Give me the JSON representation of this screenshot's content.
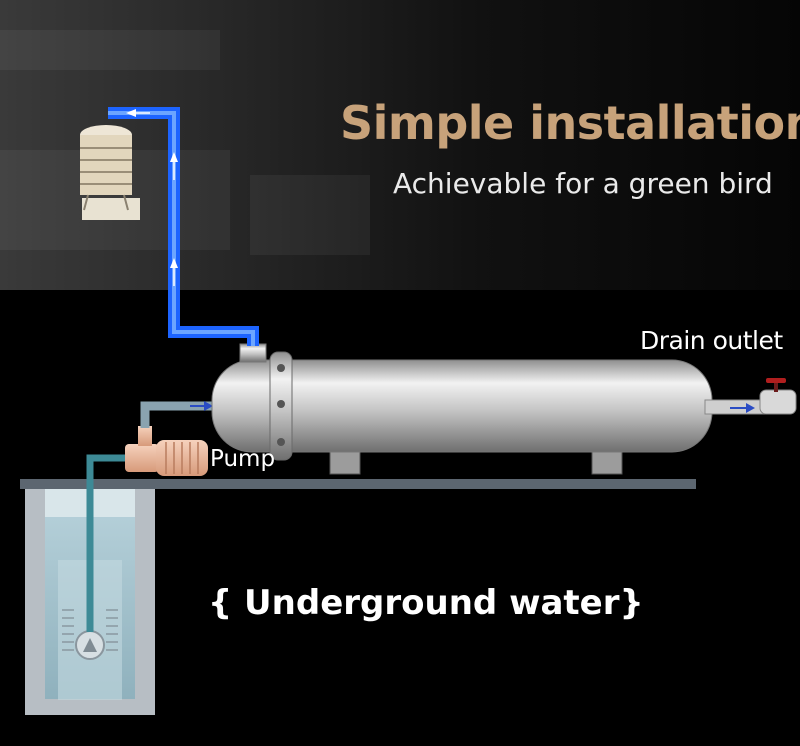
{
  "title": "Simple installation",
  "subtitle": "Achievable for a green bird",
  "labels": {
    "drain_outlet": "Drain outlet",
    "pump": "Pump",
    "underground_water": "{ Underground water}"
  },
  "colors": {
    "title": "#c7a27a",
    "pipe_blue": "#2f7bff",
    "ground": "#5c6670",
    "tank_steel": "#c9c9c9"
  },
  "icons": [
    "water-tower-icon",
    "pump-icon",
    "valve-icon",
    "flow-arrow-icon"
  ]
}
